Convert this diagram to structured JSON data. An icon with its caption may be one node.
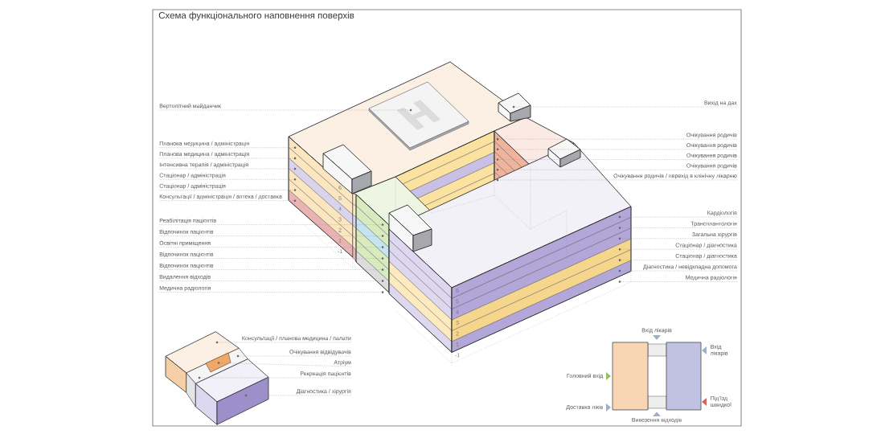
{
  "diagram": {
    "title": "Схема функціонального наповнення поверхів",
    "nodes": [
      {
        "text": [
          "Вертолітний майданчик"
        ]
      },
      {
        "text": [
          "Планова медицина / адміністрація"
        ]
      },
      {
        "text": [
          "Планова медицина / адміністрація"
        ]
      },
      {
        "text": [
          "Інтенсивна терапія / адміністрація"
        ]
      },
      {
        "text": [
          "Стаціонар / адміністрація"
        ]
      },
      {
        "text": [
          "Стаціонар / адміністрація"
        ]
      },
      {
        "text": [
          "Консультації / адміністрація / аптека / доставка"
        ]
      },
      {
        "text": [
          "Реабілітація пацієнтів"
        ]
      },
      {
        "text": [
          "Відпочинок пацієнтів"
        ]
      },
      {
        "text": [
          "Освітні приміщення"
        ]
      },
      {
        "text": [
          "Відпочинок пацієнтів"
        ]
      },
      {
        "text": [
          "Відпочинок пацієнтів"
        ]
      },
      {
        "text": [
          "Видалення відходів"
        ]
      },
      {
        "text": [
          "Медична радіологія"
        ]
      },
      {
        "text": [
          "Вихід на дах"
        ]
      },
      {
        "text": [
          "Очікування родичів"
        ]
      },
      {
        "text": [
          "Очікування родичів"
        ]
      },
      {
        "text": [
          "Очікування родичів"
        ]
      },
      {
        "text": [
          "Очікування родичів"
        ]
      },
      {
        "text": [
          "Очікування родичів / перехід в клінічну лікарню"
        ]
      },
      {
        "text": [
          "Кардіологія"
        ]
      },
      {
        "text": [
          "Трансплантологія"
        ]
      },
      {
        "text": [
          "Загальна хірургія"
        ]
      },
      {
        "text": [
          "Стаціонар / діагностика"
        ]
      },
      {
        "text": [
          "Стаціонар / діагностика"
        ]
      },
      {
        "text": [
          "Діагностика / невідкладна допомога"
        ]
      },
      {
        "text": [
          "Медична радіологія"
        ]
      },
      {
        "text": [
          "Консультації / планова медицина / палати"
        ]
      },
      {
        "text": [
          "Очікування відвідувачів"
        ]
      },
      {
        "text": [
          "Атріум"
        ]
      },
      {
        "text": [
          "Рекреація пацієнтів"
        ]
      },
      {
        "text": [
          "Діагностика / хірургія"
        ]
      },
      {
        "text": [],
        "shape": "dot"
      },
      {
        "text": [],
        "shape": "dot"
      },
      {
        "text": [],
        "shape": "dot"
      },
      {
        "text": [],
        "shape": "dot"
      },
      {
        "text": [],
        "shape": "dot"
      },
      {
        "text": [],
        "shape": "dot"
      },
      {
        "text": [],
        "shape": "dot"
      },
      {
        "text": [],
        "shape": "dot"
      },
      {
        "text": [],
        "shape": "dot"
      },
      {
        "text": [],
        "shape": "dot"
      },
      {
        "text": [],
        "shape": "dot"
      },
      {
        "text": [],
        "shape": "dot"
      },
      {
        "text": [],
        "shape": "dot"
      },
      {
        "text": [],
        "shape": "dot"
      },
      {
        "text": [],
        "shape": "dot"
      },
      {
        "text": [],
        "shape": "dot"
      },
      {
        "text": [],
        "shape": "dot"
      },
      {
        "text": [],
        "shape": "dot"
      },
      {
        "text": [],
        "shape": "dot"
      },
      {
        "text": [],
        "shape": "dot"
      },
      {
        "text": [],
        "shape": "dot"
      },
      {
        "text": [],
        "shape": "dot"
      },
      {
        "text": [],
        "shape": "dot"
      },
      {
        "text": [],
        "shape": "dot"
      },
      {
        "text": [],
        "shape": "dot"
      },
      {
        "text": [],
        "shape": "dot"
      },
      {
        "text": [],
        "shape": "dot"
      },
      {
        "text": [],
        "shape": "dot"
      },
      {
        "text": [],
        "shape": "dot"
      },
      {
        "text": [],
        "shape": "dot"
      },
      {
        "text": [],
        "shape": "dot"
      },
      {
        "text": [],
        "shape": "dot"
      }
    ],
    "edges": [
      {
        "from": 0,
        "to": 32,
        "arrow": "none"
      },
      {
        "from": 1,
        "to": 33,
        "arrow": "none"
      },
      {
        "from": 2,
        "to": 34,
        "arrow": "none"
      },
      {
        "from": 3,
        "to": 35,
        "arrow": "none"
      },
      {
        "from": 4,
        "to": 36,
        "arrow": "none"
      },
      {
        "from": 5,
        "to": 37,
        "arrow": "none"
      },
      {
        "from": 6,
        "to": 38,
        "arrow": "none"
      },
      {
        "from": 7,
        "to": 39,
        "arrow": "none"
      },
      {
        "from": 8,
        "to": 40,
        "arrow": "none"
      },
      {
        "from": 9,
        "to": 41,
        "arrow": "none"
      },
      {
        "from": 10,
        "to": 42,
        "arrow": "none"
      },
      {
        "from": 11,
        "to": 43,
        "arrow": "none"
      },
      {
        "from": 12,
        "to": 44,
        "arrow": "none"
      },
      {
        "from": 13,
        "to": 45,
        "arrow": "none"
      },
      {
        "from": 14,
        "to": 46,
        "arrow": "none"
      },
      {
        "from": 15,
        "to": 47,
        "arrow": "none"
      },
      {
        "from": 16,
        "to": 48,
        "arrow": "none"
      },
      {
        "from": 17,
        "to": 49,
        "arrow": "none"
      },
      {
        "from": 18,
        "to": 50,
        "arrow": "none"
      },
      {
        "from": 19,
        "to": 51,
        "arrow": "none"
      },
      {
        "from": 20,
        "to": 52,
        "arrow": "none"
      },
      {
        "from": 21,
        "to": 53,
        "arrow": "none"
      },
      {
        "from": 22,
        "to": 54,
        "arrow": "none"
      },
      {
        "from": 23,
        "to": 55,
        "arrow": "none"
      },
      {
        "from": 24,
        "to": 56,
        "arrow": "none"
      },
      {
        "from": 25,
        "to": 57,
        "arrow": "none"
      },
      {
        "from": 26,
        "to": 58,
        "arrow": "none"
      },
      {
        "from": 27,
        "to": 59,
        "arrow": "none"
      },
      {
        "from": 28,
        "to": 60,
        "arrow": "none"
      },
      {
        "from": 29,
        "to": 61,
        "arrow": "none"
      },
      {
        "from": 30,
        "to": 62,
        "arrow": "none"
      },
      {
        "from": 31,
        "to": 63,
        "arrow": "none"
      }
    ],
    "labels": [
      "6",
      "5",
      "4",
      "3",
      "2",
      "1",
      "-1",
      "6",
      "5",
      "4",
      "3",
      "2",
      "1",
      "-1",
      "Вхід лікарів",
      "Вхід лікарів",
      "Головний вхід",
      "Під’їзд швидкої",
      "Доставка ліків",
      "Вивезення відходів"
    ]
  }
}
